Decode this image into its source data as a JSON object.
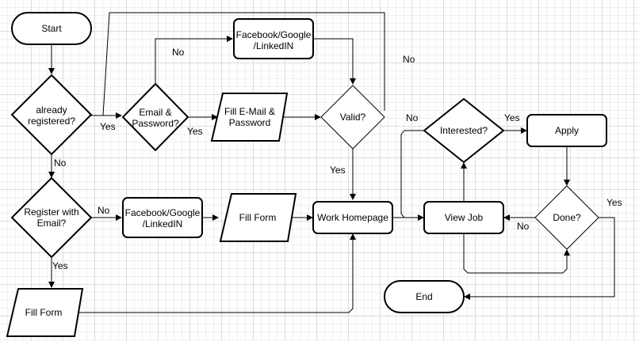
{
  "nodes": {
    "start": "Start",
    "already_registered": [
      "already",
      "registered?"
    ],
    "email_password": [
      "Email &",
      "Password?"
    ],
    "social_top": [
      "Facebook/Google",
      "/LinkedIN"
    ],
    "fill_email_password": [
      "Fill E-Mail &",
      "Password"
    ],
    "valid": "Valid?",
    "register_with_email": [
      "Register with",
      "Email?"
    ],
    "social_mid": [
      "Facebook/Google",
      "/LinkedIN"
    ],
    "fill_form_mid": "Fill Form",
    "work_homepage": "Work Homepage",
    "fill_form_bottom": "Fill Form",
    "interested": "Interested?",
    "apply": "Apply",
    "view_job": "View Job",
    "done": "Done?",
    "end": "End"
  },
  "edge_labels": {
    "registered_yes": "Yes",
    "registered_no": "No",
    "email_no": "No",
    "email_yes": "Yes",
    "loop_no": "No",
    "valid_yes": "Yes",
    "register_no": "No",
    "register_yes": "Yes",
    "interested_no": "No",
    "interested_yes": "Yes",
    "done_no": "No",
    "done_yes": "Yes"
  }
}
